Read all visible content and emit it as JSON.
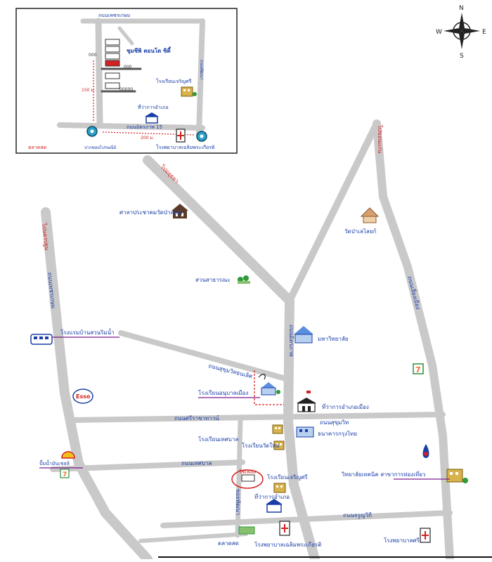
{
  "compass": {
    "n": "N",
    "s": "S",
    "e": "E",
    "w": "W"
  },
  "colors": {
    "road": "#c9c9c9",
    "label_blue": "#1a3ea8",
    "label_red": "#c21a1a",
    "line_purple": "#7b1f8c",
    "frame": "#222222",
    "building_brown": "#5a3b2a",
    "green": "#2f9a3a",
    "yellow_building": "#d8b24a",
    "seven_eleven_green": "#2e8f3f",
    "seven_eleven_orange": "#e8722a"
  },
  "inset": {
    "labels": {
      "top_road": "ถนนเพชรเกษม",
      "condo": "ชุมชีพิ คอนโด ซิตี้",
      "tag1": "000",
      "tag2": "000",
      "tag3": "00000",
      "school": "โรงเรียนเจริญศรี",
      "police": "ที่ว่าการอำเภอ",
      "bottom_road": "ถนนมิตรภาพ 15",
      "dist_v": "150 ม.",
      "dist_h": "200 ม.",
      "market": "ตลาดสด",
      "market2": "ปากซอยไปรษณีย์",
      "hospital": "โรงพยาบาลเฉลิมพระเกียรติ",
      "side_road": "ถนนพัฒนา"
    }
  },
  "roads": {
    "top_road_nw": "ไปอยุธยา",
    "top_road_ne": "ไปขอนแก่น",
    "left_road": "ไปนครปฐม",
    "left_street": "ถนนเพชรเกษม",
    "center_street": "ถนนมิตรภาพ",
    "right_street": "ถนนเลี่ยงเมือง",
    "road_mid": "ถนนสุขุมวิทธนเลิศ",
    "road_center": "ถนนศรีราชาทาวน์",
    "road_south": "ถนนสุขุมวิท",
    "road_crossing": "ถนนเทศบาล",
    "road_bottom": "ถนนจรูญวิถี",
    "side_small": "ซอยพัฒนา"
  },
  "landmarks": {
    "community_hall": "ศาลาประชาคมวัดป่าลเลย",
    "temple": "วัดป่าเลไลยก์",
    "park": "สวนสาธารณะ",
    "hotel": "โรงแรมบ้านสวนริมน้ำ",
    "university": "มหาวิทยาลัย",
    "school1": "โรงเรียนอนุบาลเมือง",
    "district": "ที่ว่าการอำเภอเมือง",
    "bank": "ธนาคารกรุงไทย",
    "school2": "โรงเรียนเทศบาล",
    "school3": "โรงเรียนวัดใหม่",
    "school4": "โรงเรียนเจริญศรี",
    "condo": "วีซีเพลส",
    "police": "ที่ว่าการอำเภอ",
    "market": "ตลาดสด",
    "hospital": "โรงพยาบาลเฉลิมพระเกียรติ",
    "college": "วิทยาลัยเทคนิค สาขาการท่องเที่ยว",
    "hospital_right": "โรงพยาบาลศรี",
    "gas_station": "ปั๊มน้ำมันเชลล์",
    "brand_esso": "Esso",
    "seven": "7"
  }
}
